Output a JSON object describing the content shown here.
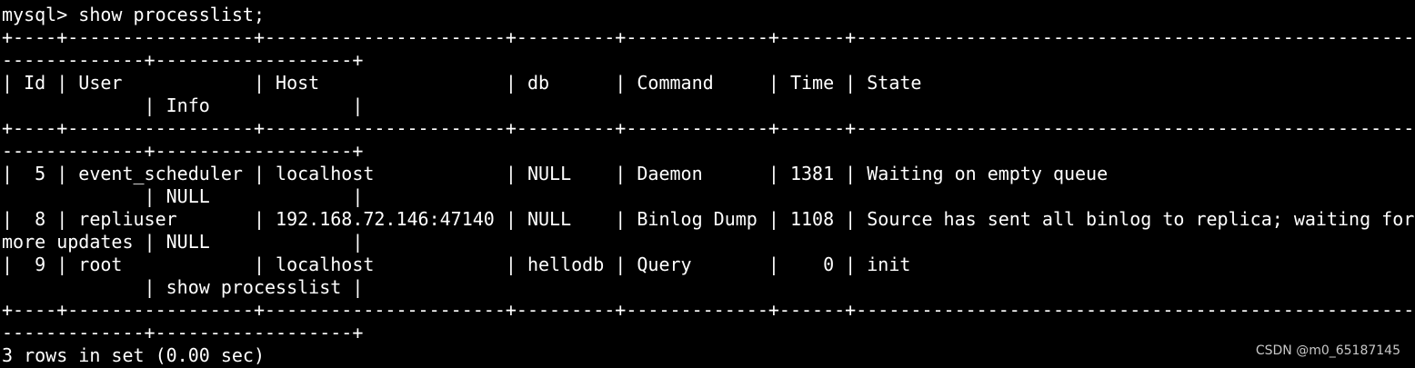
{
  "colors": {
    "background": "#000000",
    "text": "#ffffff",
    "watermark": "#c8c8c8"
  },
  "terminal": {
    "lines": [
      "mysql> show processlist;",
      "+----+-----------------+----------------------+---------+-------------+------+----------------------------------------------------------------",
      "-------------+------------------+",
      "| Id | User            | Host                 | db      | Command     | Time | State",
      "             | Info             |",
      "+----+-----------------+----------------------+---------+-------------+------+----------------------------------------------------------------",
      "-------------+------------------+",
      "|  5 | event_scheduler | localhost            | NULL    | Daemon      | 1381 | Waiting on empty queue",
      "             | NULL             |",
      "|  8 | repliuser       | 192.168.72.146:47140 | NULL    | Binlog Dump | 1108 | Source has sent all binlog to replica; waiting for",
      "more updates | NULL             |",
      "|  9 | root            | localhost            | hellodb | Query       |    0 | init",
      "             | show processlist |",
      "+----+-----------------+----------------------+---------+-------------+------+----------------------------------------------------------------",
      "-------------+------------------+",
      "3 rows in set (0.00 sec)"
    ]
  },
  "watermark": "CSDN @m0_65187145"
}
